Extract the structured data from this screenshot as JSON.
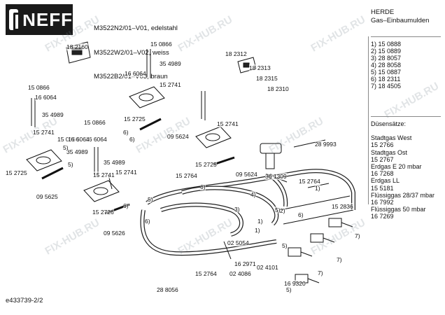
{
  "brand": {
    "logo_text": "NEFF"
  },
  "header": {
    "models": [
      "M3522N2/01–V01, edelstahl",
      "M3522W2/01–V02, weiss",
      "M3522B2/01–V03, braun"
    ],
    "maker": "HERDE",
    "category": "Gas–Einbaumulden"
  },
  "legend": [
    "1) 15 0888",
    "2) 15 0889",
    "3) 28 8057",
    "4) 28 8058",
    "5) 15 0887",
    "6) 18 2311",
    "7) 18 4505"
  ],
  "notes": {
    "title": "Düsensätze:",
    "lines": [
      "Stadtgas West",
      "15 2766",
      "Stadtgas Ost",
      "15 2767",
      "Erdgas E 20 mbar",
      "16 7268",
      "Erdgas LL",
      "15 5181",
      "Flüssiggas 28/37 mbar",
      "16 7992",
      "Flüssiggas 50 mbar",
      "16 7269"
    ]
  },
  "doc_number": "e433739-2/2",
  "watermark": "FIX-HUB.RU",
  "part_labels": [
    "18 2160",
    "15 0866",
    "35 4989",
    "16 6064",
    "15 2741",
    "15 2725",
    "18 2312",
    "18 2313",
    "18 2315",
    "18 2310",
    "15 0866",
    "16 6064",
    "35 4989",
    "15 2741",
    "15 0866",
    "16 6064",
    "35 4989",
    "15 2741",
    "15 2725",
    "09 5625",
    "15 0866",
    "16 6064",
    "35 4989",
    "15 2741",
    "15 2726",
    "09 5626",
    "09 5624",
    "15 2741",
    "15 2725",
    "09 5624",
    "15 2764",
    "28 9993",
    "36 1309",
    "15 2764",
    "15 2836",
    "02 5054",
    "16 2971",
    "02 4086",
    "02 4101",
    "16 9320",
    "28 8056",
    "15 2764",
    "6)",
    "6)",
    "5)",
    "5)",
    "6)",
    "5)",
    "4)",
    "3)",
    "5)",
    "1)",
    "1)",
    "2)",
    "1)",
    "7)",
    "7)",
    "7)",
    "6)",
    "6)",
    "6)",
    "5)",
    "5)"
  ]
}
